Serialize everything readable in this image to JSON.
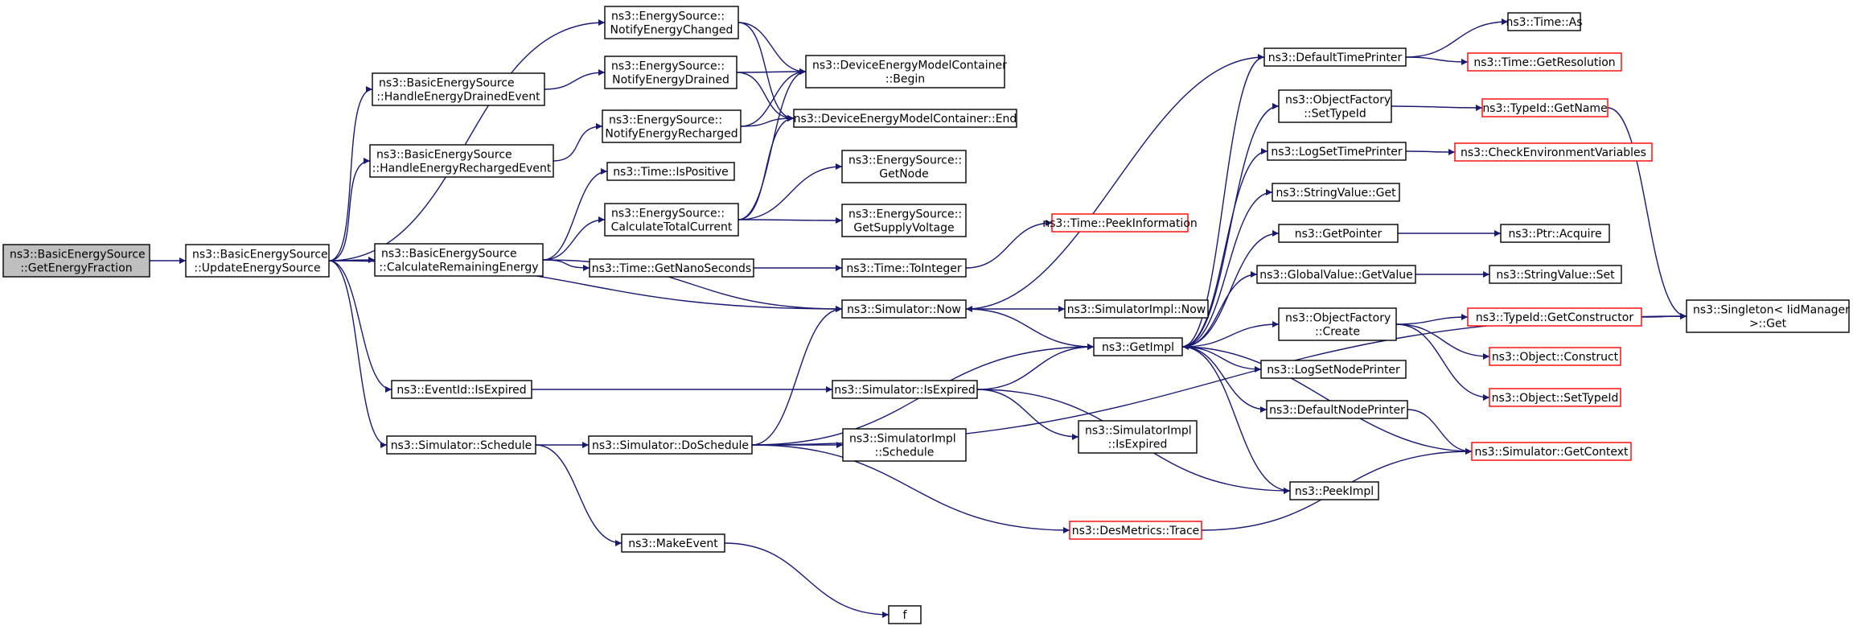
{
  "colors": {
    "edge": "#191970",
    "border": "#000000",
    "incomplete_border": "#ff0000",
    "root_fill": "#bfbfbf"
  },
  "nodes": {
    "n0": {
      "lines": [
        "ns3::BasicEnergySource",
        "::GetEnergyFraction"
      ],
      "style": "root"
    },
    "n1": {
      "lines": [
        "ns3::BasicEnergySource",
        "::UpdateEnergySource"
      ],
      "style": "normal"
    },
    "n2": {
      "lines": [
        "ns3::EnergySource::",
        "NotifyEnergyChanged"
      ],
      "style": "normal"
    },
    "n3": {
      "lines": [
        "ns3::BasicEnergySource",
        "::HandleEnergyDrainedEvent"
      ],
      "style": "normal"
    },
    "n4": {
      "lines": [
        "ns3::EnergySource::",
        "NotifyEnergyDrained"
      ],
      "style": "normal"
    },
    "n5": {
      "lines": [
        "ns3::DeviceEnergyModelContainer",
        "::Begin"
      ],
      "style": "normal"
    },
    "n6": {
      "lines": [
        "ns3::EnergySource::",
        "NotifyEnergyRecharged"
      ],
      "style": "normal"
    },
    "n7": {
      "lines": [
        "ns3::DeviceEnergyModelContainer::End"
      ],
      "style": "normal"
    },
    "n8": {
      "lines": [
        "ns3::BasicEnergySource",
        "::HandleEnergyRechargedEvent"
      ],
      "style": "normal"
    },
    "n9": {
      "lines": [
        "ns3::Time::IsPositive"
      ],
      "style": "normal"
    },
    "n10": {
      "lines": [
        "ns3::EnergySource::",
        "GetNode"
      ],
      "style": "normal"
    },
    "n11": {
      "lines": [
        "ns3::EnergySource::",
        "CalculateTotalCurrent"
      ],
      "style": "normal"
    },
    "n12": {
      "lines": [
        "ns3::EnergySource::",
        "GetSupplyVoltage"
      ],
      "style": "normal"
    },
    "n13": {
      "lines": [
        "ns3::BasicEnergySource",
        "::CalculateRemainingEnergy"
      ],
      "style": "normal"
    },
    "n14": {
      "lines": [
        "ns3::Time::GetNanoSeconds"
      ],
      "style": "normal"
    },
    "n15": {
      "lines": [
        "ns3::Time::ToInteger"
      ],
      "style": "normal"
    },
    "n16": {
      "lines": [
        "ns3::Time::PeekInformation"
      ],
      "style": "red"
    },
    "n17": {
      "lines": [
        "ns3::Simulator::Now"
      ],
      "style": "normal"
    },
    "n18": {
      "lines": [
        "ns3::SimulatorImpl::Now"
      ],
      "style": "normal"
    },
    "n19": {
      "lines": [
        "ns3::GetImpl"
      ],
      "style": "normal"
    },
    "n20": {
      "lines": [
        "ns3::EventId::IsExpired"
      ],
      "style": "normal"
    },
    "n21": {
      "lines": [
        "ns3::Simulator::IsExpired"
      ],
      "style": "normal"
    },
    "n22": {
      "lines": [
        "ns3::SimulatorImpl",
        "::IsExpired"
      ],
      "style": "normal"
    },
    "n23": {
      "lines": [
        "ns3::Simulator::Schedule"
      ],
      "style": "normal"
    },
    "n24": {
      "lines": [
        "ns3::Simulator::DoSchedule"
      ],
      "style": "normal"
    },
    "n25": {
      "lines": [
        "ns3::SimulatorImpl",
        "::Schedule"
      ],
      "style": "normal"
    },
    "n26": {
      "lines": [
        "ns3::MakeEvent"
      ],
      "style": "normal"
    },
    "n27": {
      "lines": [
        "f"
      ],
      "style": "normal"
    },
    "n28": {
      "lines": [
        "ns3::DesMetrics::Trace"
      ],
      "style": "red"
    },
    "n29": {
      "lines": [
        "ns3::DefaultTimePrinter"
      ],
      "style": "normal"
    },
    "n30": {
      "lines": [
        "ns3::Time::As"
      ],
      "style": "normal"
    },
    "n31": {
      "lines": [
        "ns3::Time::GetResolution"
      ],
      "style": "red"
    },
    "n32": {
      "lines": [
        "ns3::ObjectFactory",
        "::SetTypeId"
      ],
      "style": "normal"
    },
    "n33": {
      "lines": [
        "ns3::TypeId::GetName"
      ],
      "style": "red"
    },
    "n34": {
      "lines": [
        "ns3::LogSetTimePrinter"
      ],
      "style": "normal"
    },
    "n35": {
      "lines": [
        "ns3::CheckEnvironmentVariables"
      ],
      "style": "red"
    },
    "n36": {
      "lines": [
        "ns3::StringValue::Get"
      ],
      "style": "normal"
    },
    "n37": {
      "lines": [
        "ns3::GetPointer"
      ],
      "style": "normal"
    },
    "n38": {
      "lines": [
        "ns3::Ptr::Acquire"
      ],
      "style": "normal"
    },
    "n39": {
      "lines": [
        "ns3::GlobalValue::GetValue"
      ],
      "style": "normal"
    },
    "n40": {
      "lines": [
        "ns3::StringValue::Set"
      ],
      "style": "normal"
    },
    "n41": {
      "lines": [
        "ns3::ObjectFactory",
        "::Create"
      ],
      "style": "normal"
    },
    "n42": {
      "lines": [
        "ns3::TypeId::GetConstructor"
      ],
      "style": "red"
    },
    "n43": {
      "lines": [
        "ns3::Singleton< IidManager",
        " >::Get"
      ],
      "style": "normal"
    },
    "n44": {
      "lines": [
        "ns3::Object::Construct"
      ],
      "style": "red"
    },
    "n45": {
      "lines": [
        "ns3::Object::SetTypeId"
      ],
      "style": "red"
    },
    "n46": {
      "lines": [
        "ns3::LogSetNodePrinter"
      ],
      "style": "normal"
    },
    "n47": {
      "lines": [
        "ns3::DefaultNodePrinter"
      ],
      "style": "normal"
    },
    "n48": {
      "lines": [
        "ns3::Simulator::GetContext"
      ],
      "style": "red"
    },
    "n49": {
      "lines": [
        "ns3::PeekImpl"
      ],
      "style": "normal"
    }
  },
  "edges": [
    [
      "n0",
      "n1"
    ],
    [
      "n1",
      "n2"
    ],
    [
      "n1",
      "n3"
    ],
    [
      "n1",
      "n8"
    ],
    [
      "n1",
      "n13"
    ],
    [
      "n1",
      "n17"
    ],
    [
      "n1",
      "n20"
    ],
    [
      "n1",
      "n23"
    ],
    [
      "n2",
      "n5"
    ],
    [
      "n2",
      "n7"
    ],
    [
      "n3",
      "n4"
    ],
    [
      "n4",
      "n5"
    ],
    [
      "n4",
      "n7"
    ],
    [
      "n8",
      "n6"
    ],
    [
      "n6",
      "n5"
    ],
    [
      "n6",
      "n7"
    ],
    [
      "n13",
      "n9"
    ],
    [
      "n13",
      "n11"
    ],
    [
      "n13",
      "n14"
    ],
    [
      "n13",
      "n17"
    ],
    [
      "n11",
      "n5"
    ],
    [
      "n11",
      "n7"
    ],
    [
      "n11",
      "n10"
    ],
    [
      "n11",
      "n12"
    ],
    [
      "n14",
      "n15"
    ],
    [
      "n15",
      "n16"
    ],
    [
      "n17",
      "n18"
    ],
    [
      "n17",
      "n19"
    ],
    [
      "n20",
      "n21"
    ],
    [
      "n21",
      "n19"
    ],
    [
      "n21",
      "n22"
    ],
    [
      "n21",
      "n49"
    ],
    [
      "n23",
      "n24"
    ],
    [
      "n23",
      "n26"
    ],
    [
      "n26",
      "n27"
    ],
    [
      "n24",
      "n17"
    ],
    [
      "n24",
      "n19"
    ],
    [
      "n24",
      "n25"
    ],
    [
      "n24",
      "n28"
    ],
    [
      "n24",
      "n43"
    ],
    [
      "n28",
      "n48"
    ],
    [
      "n19",
      "n29"
    ],
    [
      "n19",
      "n32"
    ],
    [
      "n19",
      "n34"
    ],
    [
      "n19",
      "n36"
    ],
    [
      "n19",
      "n37"
    ],
    [
      "n19",
      "n39"
    ],
    [
      "n19",
      "n41"
    ],
    [
      "n19",
      "n46"
    ],
    [
      "n19",
      "n47"
    ],
    [
      "n19",
      "n49"
    ],
    [
      "n29",
      "n17"
    ],
    [
      "n29",
      "n30"
    ],
    [
      "n29",
      "n31"
    ],
    [
      "n32",
      "n33"
    ],
    [
      "n33",
      "n43"
    ],
    [
      "n34",
      "n35"
    ],
    [
      "n37",
      "n38"
    ],
    [
      "n39",
      "n40"
    ],
    [
      "n41",
      "n42"
    ],
    [
      "n41",
      "n44"
    ],
    [
      "n41",
      "n45"
    ],
    [
      "n42",
      "n43"
    ],
    [
      "n47",
      "n48"
    ],
    [
      "n48",
      "n19"
    ]
  ]
}
